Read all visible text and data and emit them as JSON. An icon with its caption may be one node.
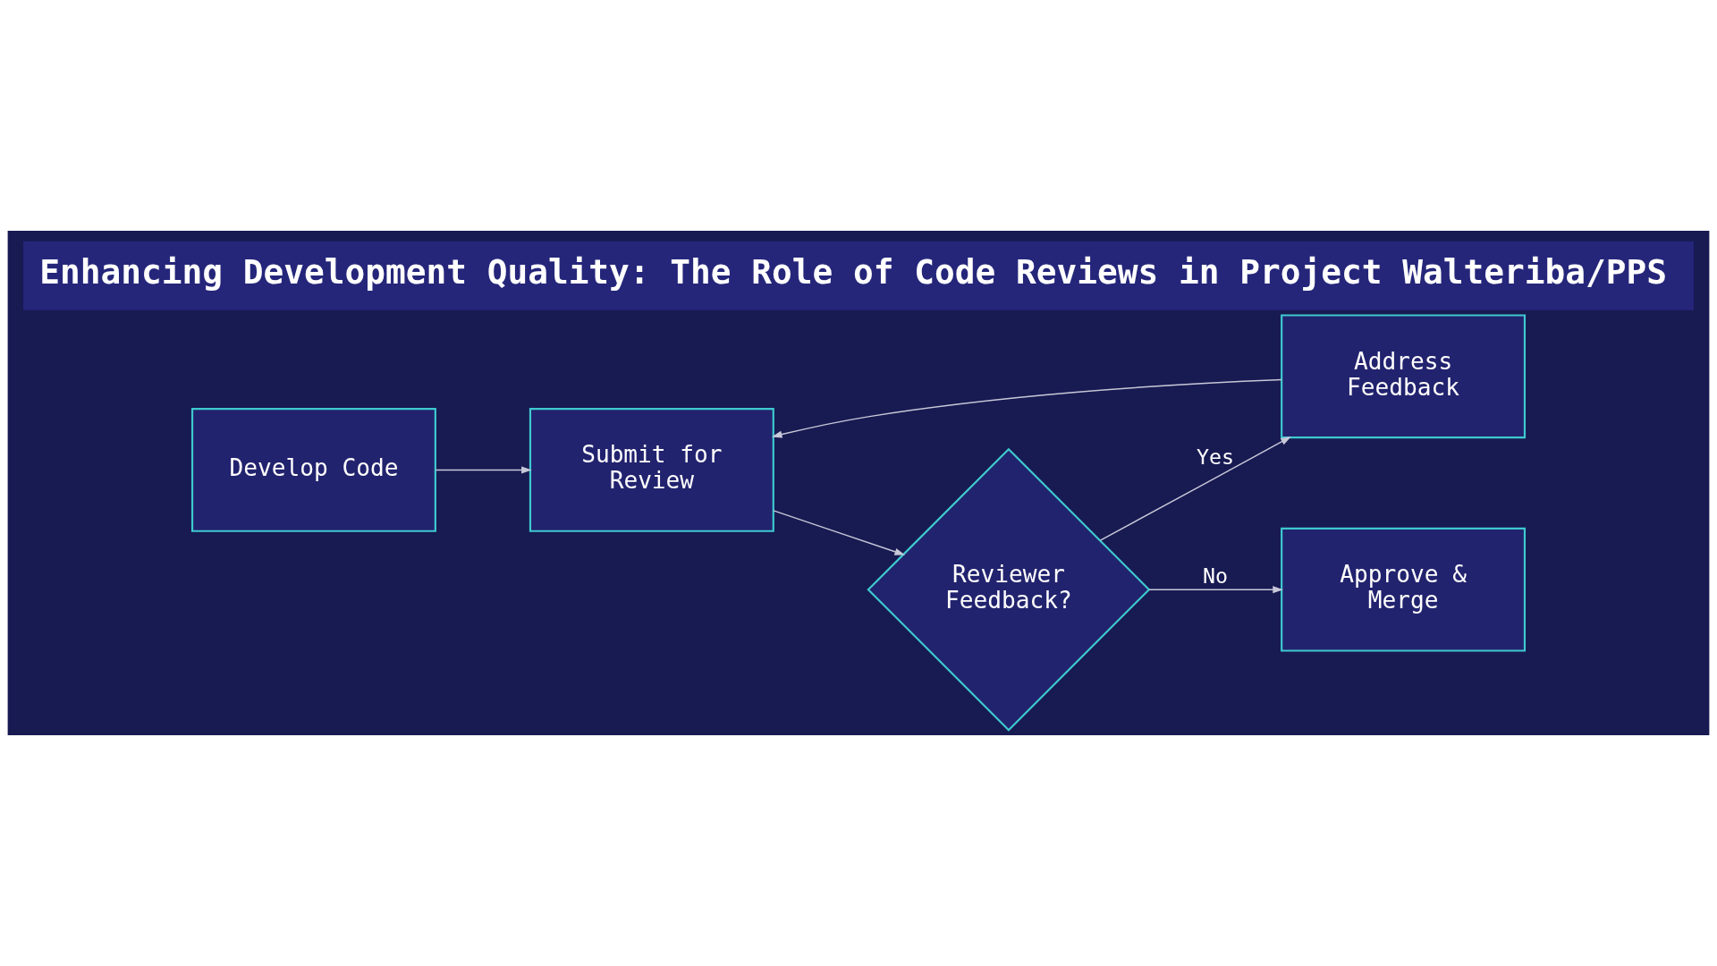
{
  "diagram": {
    "title": "Enhancing Development Quality: The Role of Code Reviews in Project Walteriba/PPS",
    "nodes": [
      {
        "text": [
          "Develop Code"
        ]
      },
      {
        "text": [
          "Submit for Review"
        ]
      },
      {
        "text": [
          "Reviewer Feedback?"
        ]
      },
      {
        "text": [
          "Address Feedback"
        ]
      },
      {
        "text": [
          "Approve & Merge"
        ]
      }
    ],
    "edges": [
      {
        "from": 0,
        "to": 1,
        "arrow": "to"
      },
      {
        "from": 1,
        "to": 2,
        "arrow": "to"
      },
      {
        "from": 2,
        "to": 3,
        "label": "Yes",
        "arrow": "to"
      },
      {
        "from": 2,
        "to": 4,
        "label": "No",
        "arrow": "to"
      },
      {
        "from": 3,
        "to": 1,
        "arrow": "to"
      }
    ]
  }
}
